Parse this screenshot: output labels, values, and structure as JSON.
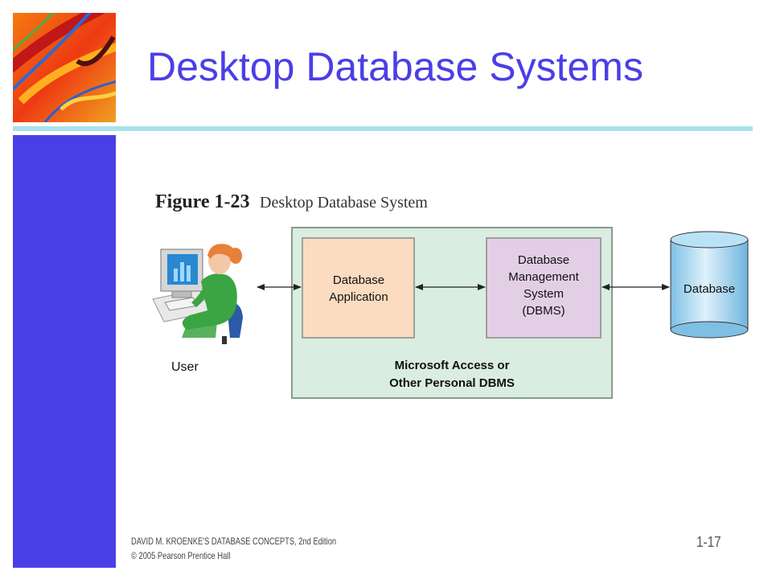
{
  "slide": {
    "title": "Desktop Database Systems",
    "slide_number": "1-17",
    "footer_line1": "DAVID M. KROENKE'S DATABASE CONCEPTS, 2nd Edition",
    "footer_line2": "© 2005 Pearson Prentice Hall"
  },
  "figure": {
    "number": "Figure 1-23",
    "title": "Desktop Database System"
  },
  "diagram": {
    "user_label": "User",
    "app_box_lines": [
      "Database",
      "Application"
    ],
    "dbms_box_lines": [
      "Database",
      "Management",
      "System",
      "(DBMS)"
    ],
    "container_lines": [
      "Microsoft Access or",
      "Other Personal DBMS"
    ],
    "database_label": "Database"
  },
  "colors": {
    "title_blue": "#4a3fe6",
    "sidebar_blue": "#4a3fe6",
    "rule_cyan": "#a9e2ea",
    "container_green": "#d9ede0",
    "app_box_peach": "#fbdcc0",
    "dbms_box_lavender": "#e2cfe6",
    "cylinder_blue": "#9fd3ef"
  }
}
